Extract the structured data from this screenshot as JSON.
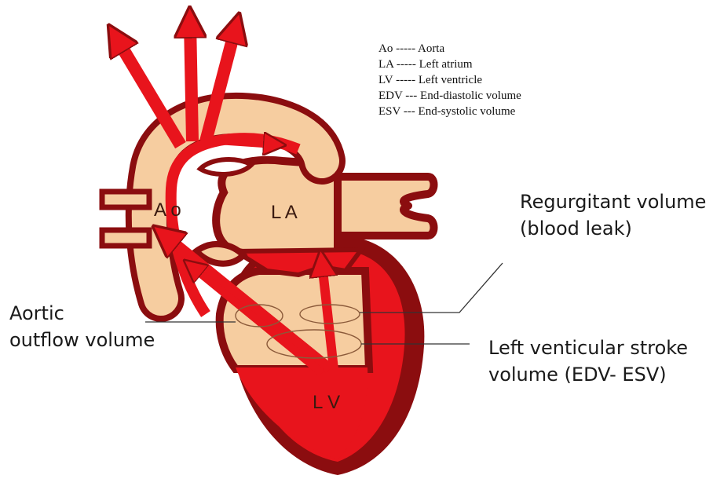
{
  "legend": [
    "Ao ----- Aorta",
    "LA ----- Left atrium",
    "LV ----- Left ventricle",
    "EDV --- End-diastolic volume",
    "ESV --- End-systolic volume"
  ],
  "chambers": {
    "aorta": "A o",
    "left_atrium": "L A",
    "left_ventricle": "L V"
  },
  "callouts": {
    "regurgitant_line1": "Regurgitant volume",
    "regurgitant_line2": "(blood leak)",
    "aortic_line1": "Aortic",
    "aortic_line2": "outflow volume",
    "stroke_line1": "Left venticular stroke",
    "stroke_line2": "volume (EDV- ESV)"
  },
  "colors": {
    "dark_red": "#8b0d0f",
    "blood_red": "#e8141c",
    "tissue": "#f6cda0"
  }
}
